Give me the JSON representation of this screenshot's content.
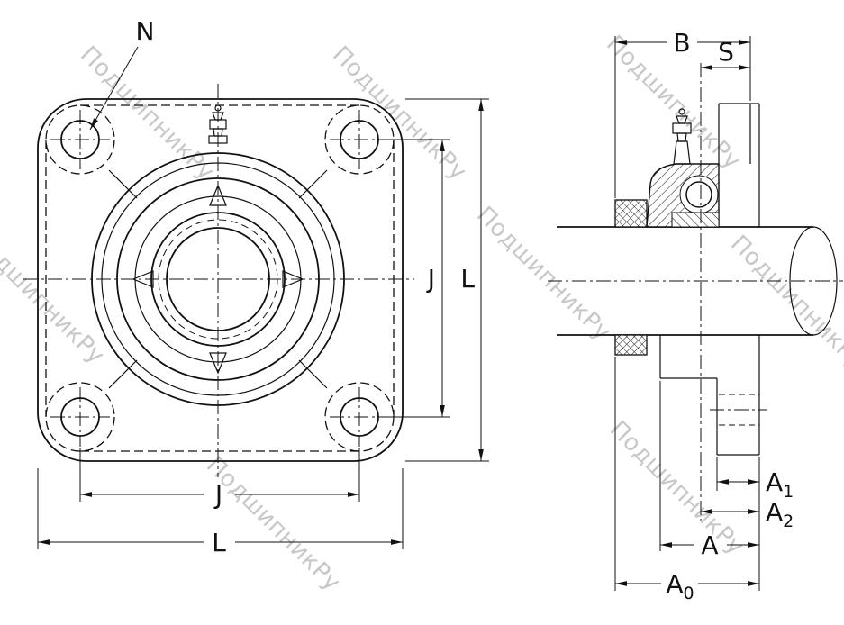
{
  "watermark": {
    "text": "ПодшипникРу",
    "color": "#c8c8c8"
  },
  "front_view": {
    "labels": {
      "n": "N",
      "j_right": "J",
      "l_right": "L",
      "j_bottom": "J",
      "l_bottom": "L"
    }
  },
  "side_view": {
    "labels": {
      "b": "B",
      "s": "S",
      "a1": {
        "base": "A",
        "sub": "1"
      },
      "a2": {
        "base": "A",
        "sub": "2"
      },
      "a": "A",
      "a0": {
        "base": "A",
        "sub": "0"
      }
    }
  },
  "colors": {
    "line": "#111111",
    "watermark": "#c8c8c8",
    "background": "#ffffff"
  }
}
